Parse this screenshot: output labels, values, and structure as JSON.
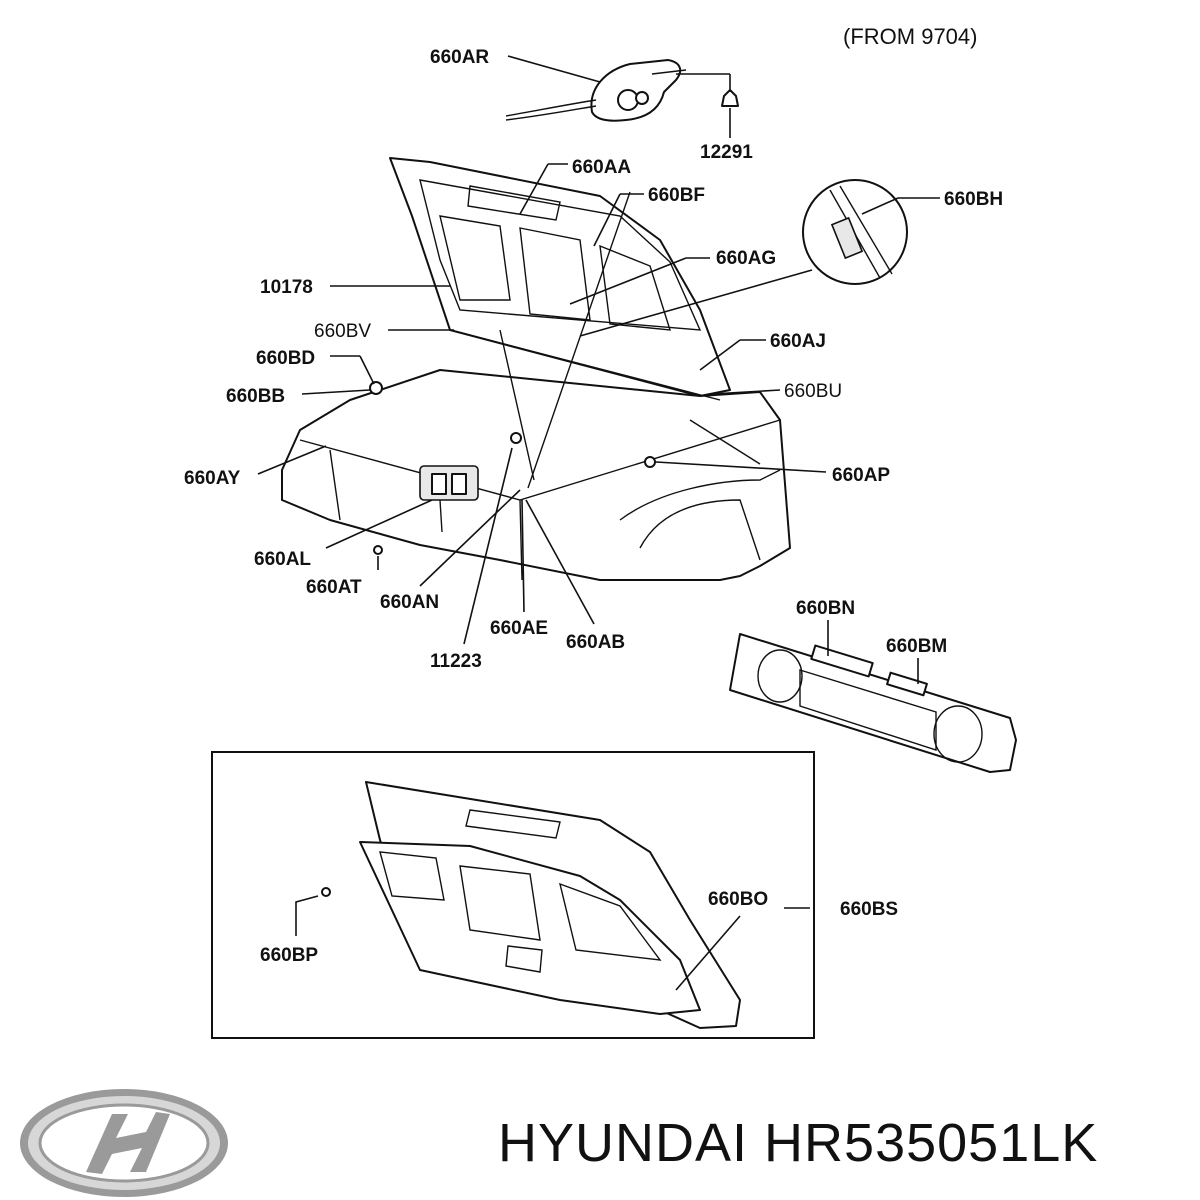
{
  "header": {
    "note": "(FROM 9704)"
  },
  "callouts": {
    "c660AR": "660AR",
    "c12291": "12291",
    "c660AA": "660AA",
    "c660BF": "660BF",
    "c660BH": "660BH",
    "c10178": "10178",
    "c660AG": "660AG",
    "c660BV": "660BV",
    "c660BD": "660BD",
    "c660AJ": "660AJ",
    "c660BB": "660BB",
    "c660BU": "660BU",
    "c660AY": "660AY",
    "c660AP": "660AP",
    "c660AL": "660AL",
    "c660AT": "660AT",
    "c660AN": "660AN",
    "c660AE": "660AE",
    "c660AB": "660AB",
    "c11223": "11223",
    "c660BN": "660BN",
    "c660BM": "660BM",
    "c660BO": "660BO",
    "c660BS": "660BS",
    "c660BP": "660BP"
  },
  "footer": {
    "brand": "HYUNDAI",
    "part_number": "HR535051LK"
  }
}
